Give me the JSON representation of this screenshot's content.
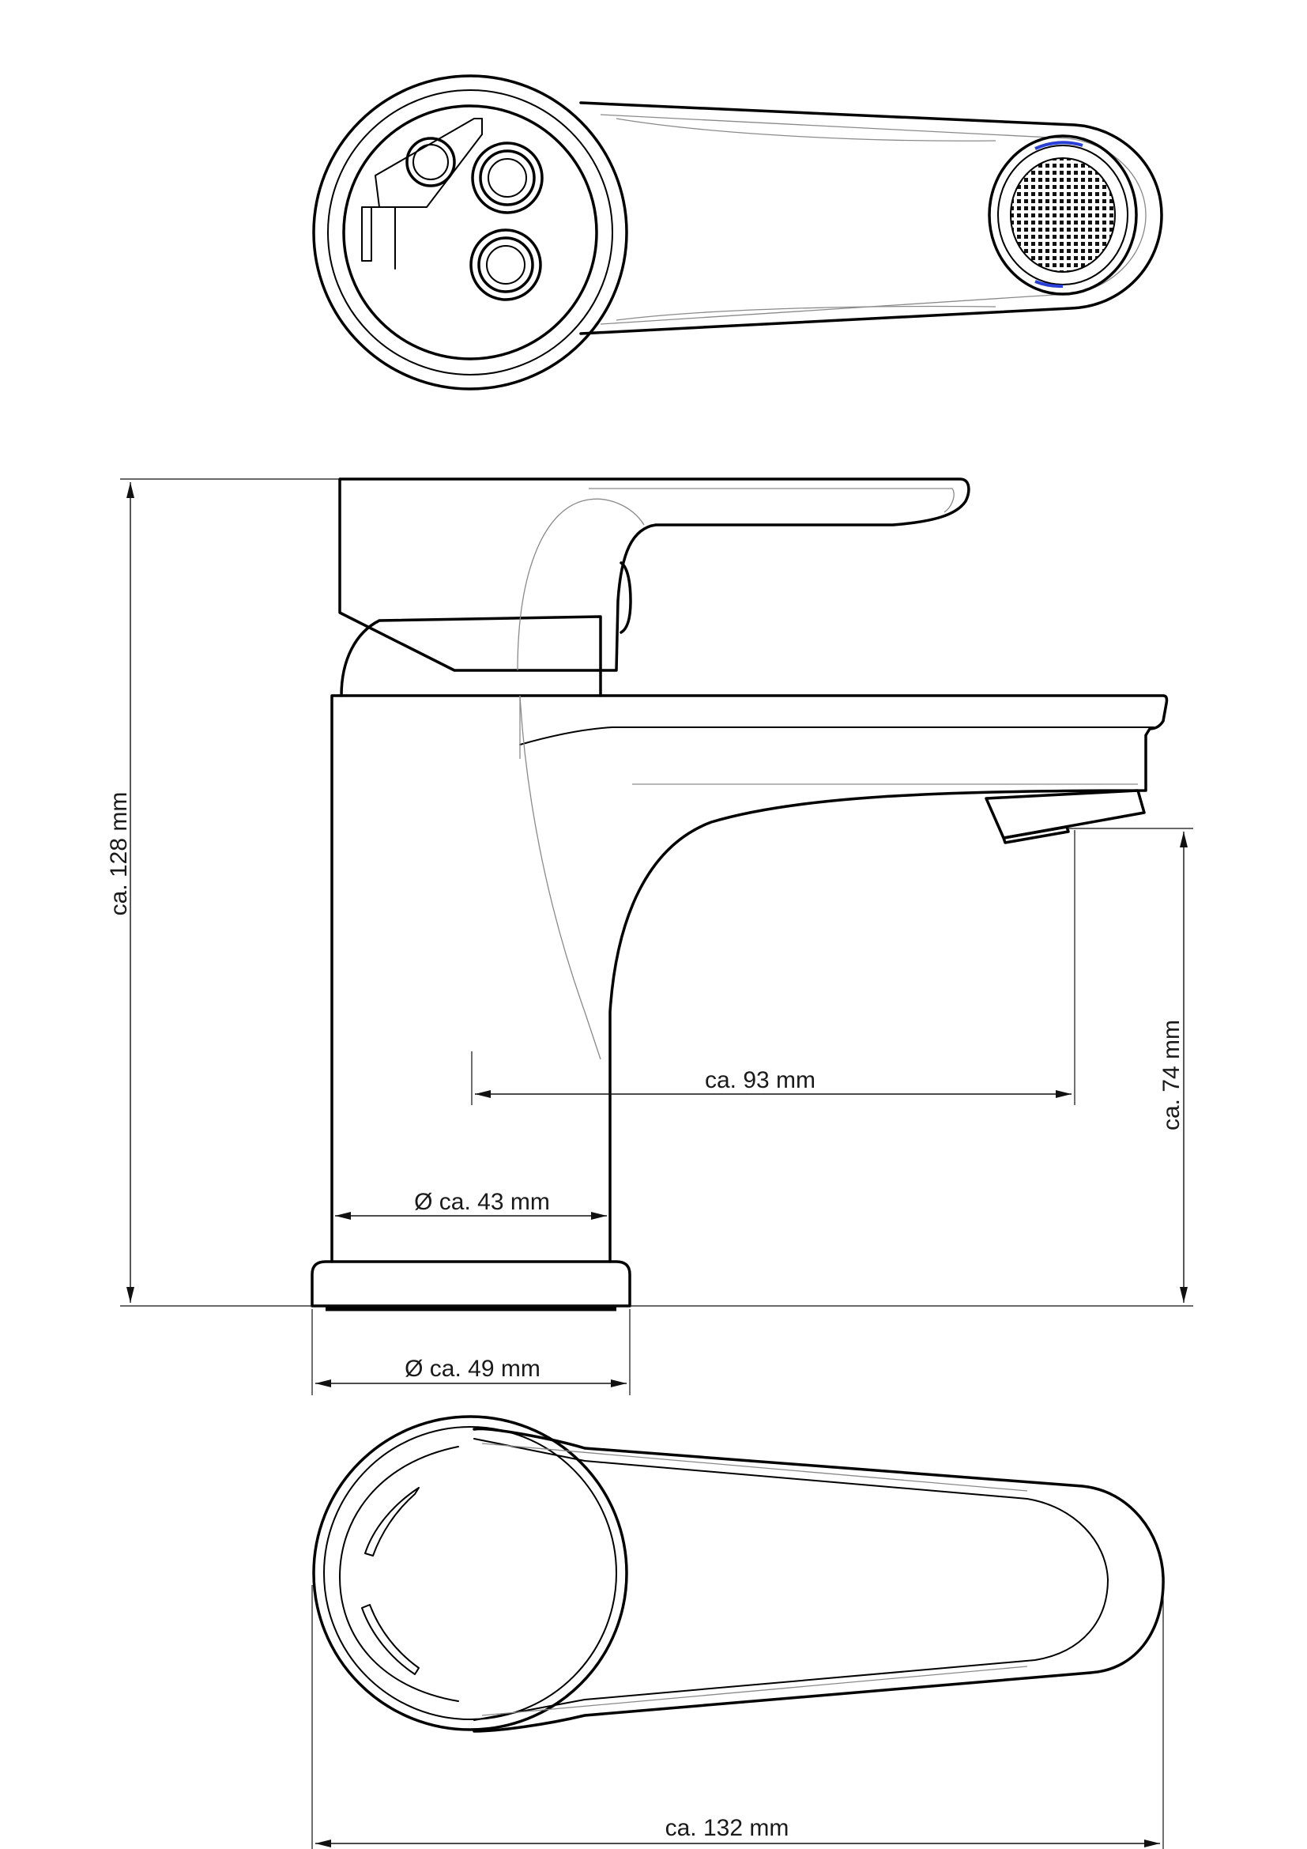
{
  "dimensions": {
    "overall_height": "ca. 128 mm",
    "spout_reach": "ca. 93 mm",
    "spout_height": "ca. 74 mm",
    "body_diameter": "Ø ca. 43 mm",
    "base_diameter": "Ø ca. 49 mm",
    "overall_length": "ca. 132 mm"
  },
  "colors": {
    "line": "#000000",
    "thin_line": "#8a8a8a",
    "aerator_marker": "#2a3fd6",
    "background": "#ffffff"
  },
  "icons": {
    "arrowhead": "dimension-arrow"
  }
}
